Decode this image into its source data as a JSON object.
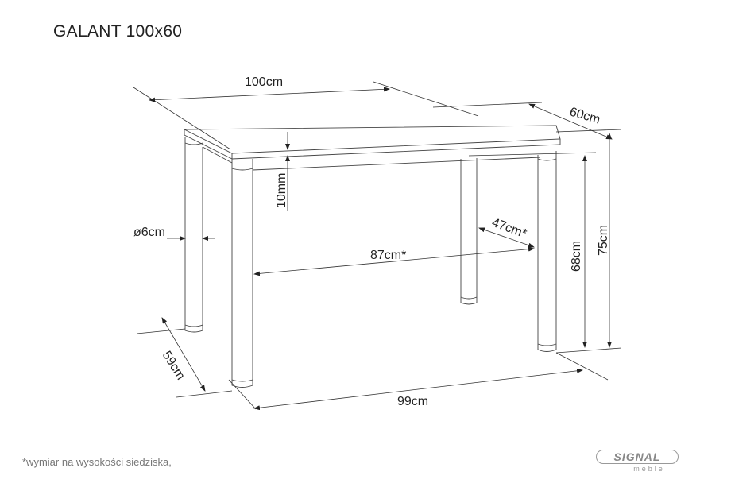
{
  "title": "GALANT 100x60",
  "dimensions": {
    "length": "100cm",
    "width": "60cm",
    "top_thickness": "10mm",
    "leg_diameter": "ø6cm",
    "inner_length": "87cm*",
    "inner_width": "47cm*",
    "clearance_height": "68cm",
    "total_height": "75cm",
    "base_width": "59cm",
    "base_length": "99cm"
  },
  "footnote": "*wymiar na wysokości siedziska,",
  "logo": {
    "brand": "SIGNAL",
    "sub": "meble"
  }
}
